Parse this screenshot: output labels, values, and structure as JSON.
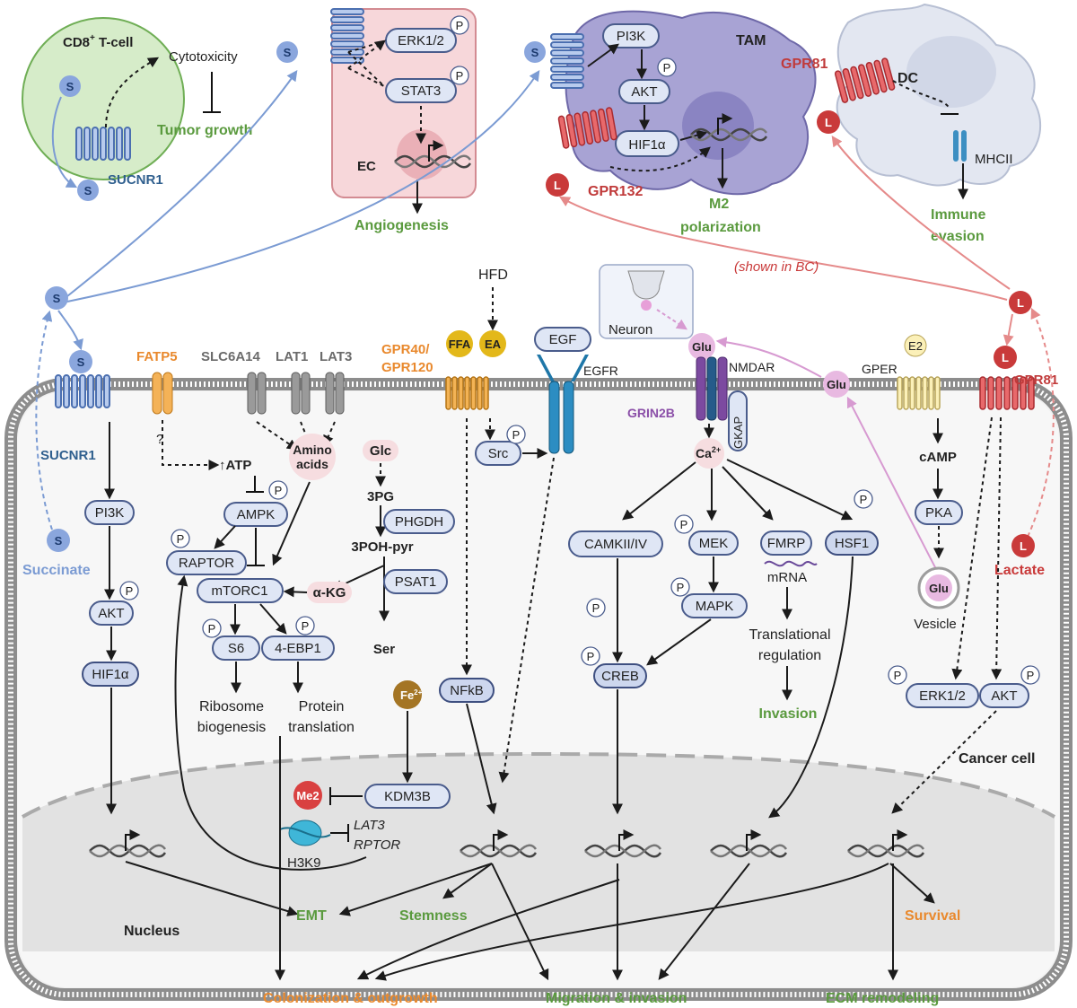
{
  "labels": {
    "cd8": "CD8",
    "cd8_sup": "+",
    "cd8_suffix": " T-cell",
    "cytotoxicity": "Cytotoxicity",
    "tumor_growth": "Tumor growth",
    "sucnr1_top": "SUCNR1",
    "erk12_top": "ERK1/2",
    "stat3": "STAT3",
    "ec": "EC",
    "angiogenesis": "Angiogenesis",
    "pi3k_tam": "PI3K",
    "akt_tam": "AKT",
    "hif1a_tam": "HIF1α",
    "tam": "TAM",
    "gpr132": "GPR132",
    "m2_line1": "M2",
    "m2_line2": "polarization",
    "gpr81_dc": "GPR81",
    "dc": "DC",
    "mhcii": "MHCII",
    "immune_line1": "Immune",
    "immune_line2": "evasion",
    "shown_bc": "(shown in BC)",
    "hfd": "HFD",
    "fatp5": "FATP5",
    "slc6a14": "SLC6A14",
    "lat1": "LAT1",
    "lat3": "LAT3",
    "gpr40": "GPR40/",
    "gpr120": "GPR120",
    "ffa": "FFA",
    "ea": "EA",
    "egf": "EGF",
    "egfr": "EGFR",
    "neuron": "Neuron",
    "glu": "Glu",
    "nmdar": "NMDAR",
    "grin2b": "GRIN2B",
    "gkap": "GKAP",
    "ca": "Ca",
    "ca_sup": "2+",
    "gper": "GPER",
    "e2": "E2",
    "gpr81_cell": "GPR81",
    "sucnr1_cell": "SUCNR1",
    "question": "?",
    "atp": "ATP",
    "amino_line1": "Amino",
    "amino_line2": "acids",
    "glc": "Glc",
    "pg3": "3PG",
    "phgdh": "PHGDH",
    "poh": "3POH-pyr",
    "psat1": "PSAT1",
    "akg": "α-KG",
    "ser": "Ser",
    "src": "Src",
    "pi3k": "PI3K",
    "akt": "AKT",
    "hif1a": "HIF1α",
    "ampk": "AMPK",
    "raptor": "RAPTOR",
    "mtorc1": "mTORC1",
    "s6": "S6",
    "ebp1": "4-EBP1",
    "ribo1": "Ribosome",
    "ribo2": "biogenesis",
    "prot1": "Protein",
    "prot2": "translation",
    "fe": "Fe",
    "fe_sup": "2+",
    "kdm3b": "KDM3B",
    "me2": "Me2",
    "lat3_gene": "LAT3",
    "rptor_gene": "RPTOR",
    "h3k9": "H3K9",
    "nfkb": "NFkB",
    "camk": "CAMKII/IV",
    "mek": "MEK",
    "mapk": "MAPK",
    "creb": "CREB",
    "fmrp": "FMRP",
    "mrna": "mRNA",
    "trans1": "Translational",
    "trans2": "regulation",
    "invasion": "Invasion",
    "hsf1": "HSF1",
    "camp": "cAMP",
    "pka": "PKA",
    "vesicle": "Vesicle",
    "erk12": "ERK1/2",
    "akt_r": "AKT",
    "succinate": "Succinate",
    "lactate": "Lactate",
    "cancer_cell": "Cancer cell",
    "nucleus": "Nucleus",
    "emt": "EMT",
    "stemness": "Stemness",
    "survival": "Survival",
    "colonization": "Colonization & outgrowth",
    "migration": "Migration & invasion",
    "ecm": "ECM remodeling",
    "p": "P",
    "s": "S",
    "l": "L"
  },
  "colors": {
    "outcome_green": "#5a9a3e",
    "outcome_orange": "#e9892d",
    "succinate_blue": "#7b9bd3",
    "lactate_red": "#c93a3a",
    "glutamate_pink": "#d79ad1",
    "tam_purple": "#a8a3d4",
    "tcell_green": "#d6ecc9",
    "ec_pink": "#f7d7da",
    "node_fill": "#dfe6f5"
  },
  "icons": [
    "receptor-7tm-icon",
    "p-phospho-icon",
    "dna-gene-icon",
    "arrow-icon",
    "neuron-icon",
    "vesicle-icon",
    "nucleosome-icon"
  ]
}
